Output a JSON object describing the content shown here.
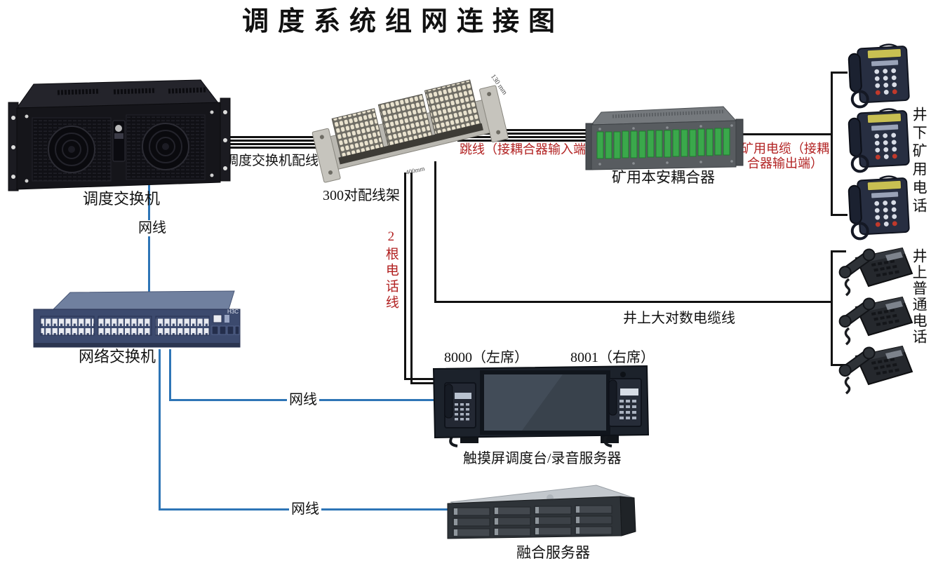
{
  "title": "调度系统组网连接图",
  "colors": {
    "red_label": "#b22222",
    "blue_cable": "#2e75b6",
    "black_cable": "#111111"
  },
  "devices": {
    "dispatch_switch": {
      "label": "调度交换机"
    },
    "network_switch": {
      "label": "网络交换机",
      "brand": "H3C"
    },
    "distribution_frame": {
      "label": "300对配线架",
      "depth_dim": "130 mm",
      "width_dim": "400mm"
    },
    "coupler": {
      "label": "矿用本安耦合器"
    },
    "mine_phones": {
      "label": "井下矿用电话",
      "count": 3
    },
    "surface_phones": {
      "label": "井上普通电话",
      "count": 3
    },
    "console": {
      "label": "触摸屏调度台/录音服务器",
      "left_seat": "8000（左席）",
      "right_seat": "8001（右席）"
    },
    "fusion_server": {
      "label": "融合服务器"
    }
  },
  "cables": {
    "dispatch_wiring": {
      "label": "调度交换机配线"
    },
    "jumper_to_coupler_input": {
      "label": "跳线（接耦合器输入端）"
    },
    "mine_cable_output": {
      "label_line1": "矿用电缆（接耦",
      "label_line2": "合器输出端）"
    },
    "two_phone_lines": {
      "label": "2根电话线"
    },
    "surface_trunk_cable": {
      "label": "井上大对数电缆线"
    },
    "lan_to_network_switch": {
      "label": "网线"
    },
    "lan_to_console": {
      "label": "网线"
    },
    "lan_to_server": {
      "label": "网线"
    }
  }
}
